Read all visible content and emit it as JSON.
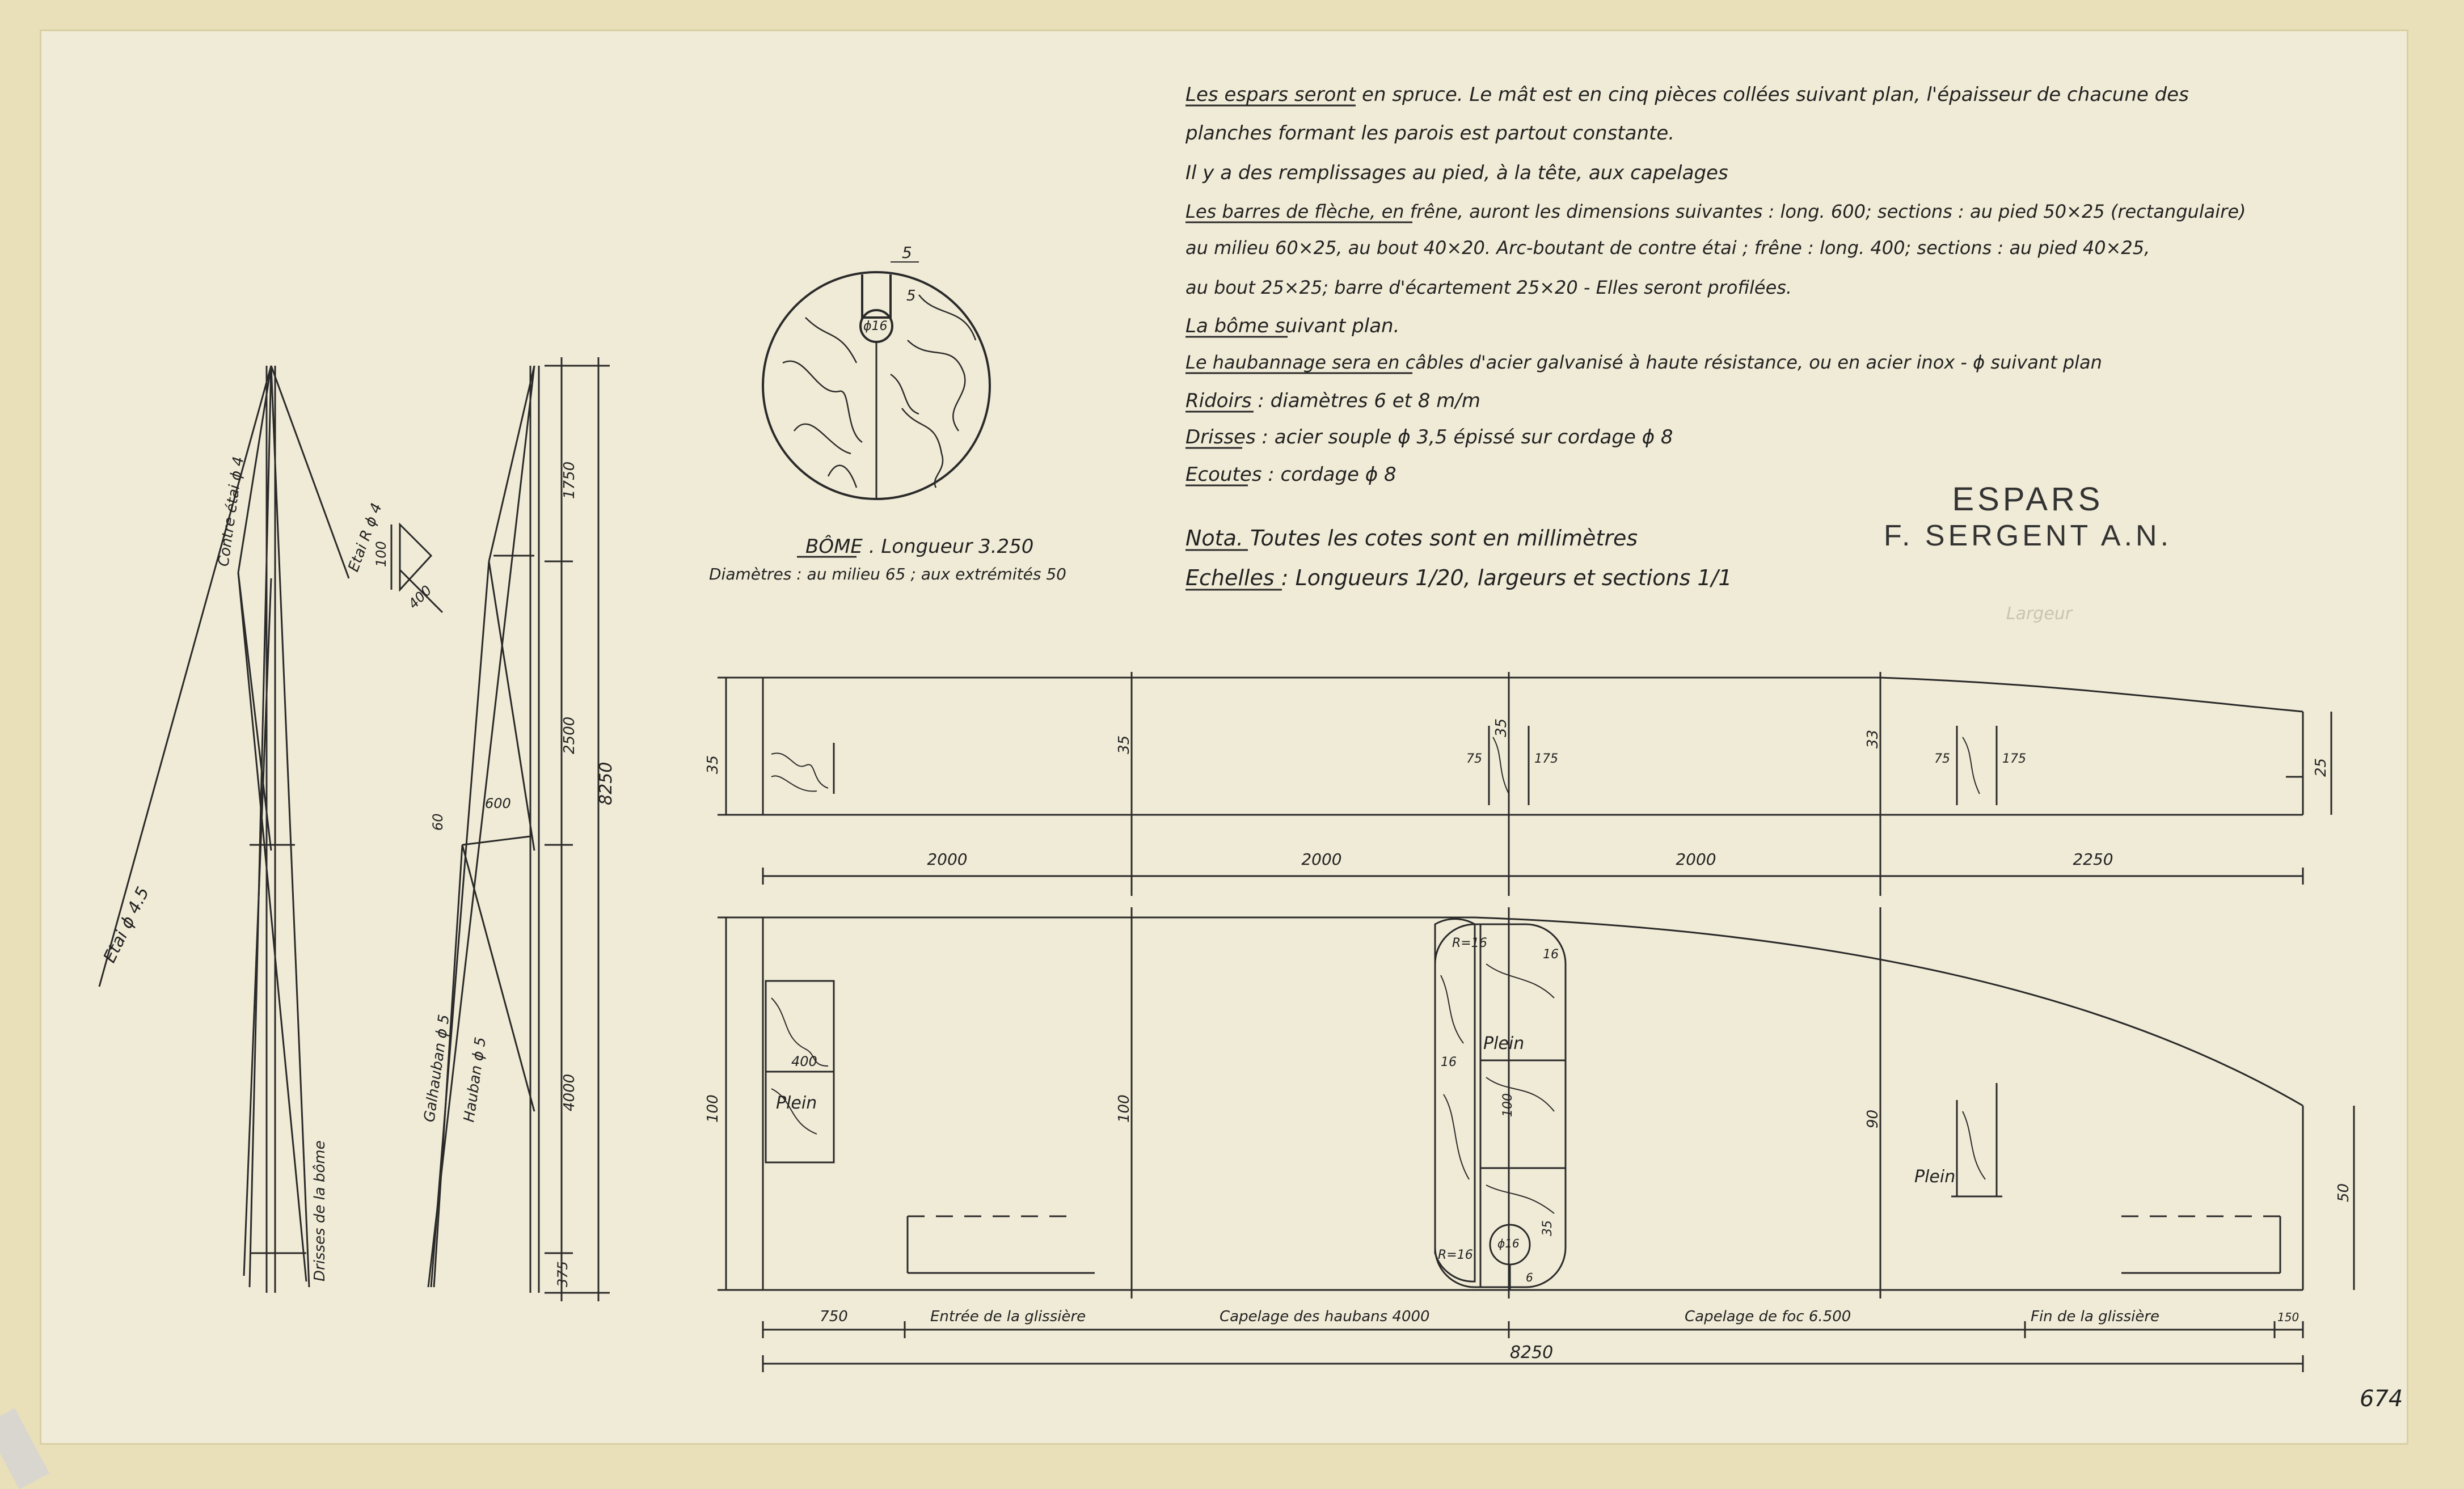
{
  "notes": {
    "line1": "Les espars seront en spruce. Le mât est en cinq pièces collées suivant plan, l'épaisseur de chacune des",
    "line2": "planches formant les parois est partout constante.",
    "line3": "Il y a des remplissages au pied, à la tête, aux capelages",
    "line4": "Les barres de flèche, en frêne, auront les dimensions suivantes : long. 600; sections : au pied 50×25 (rectangulaire)",
    "line5": "au milieu 60×25, au bout 40×20. Arc-boutant de contre étai ; frêne : long. 400; sections : au pied 40×25,",
    "line6": "au bout 25×25; barre d'écartement 25×20 - Elles seront profilées.",
    "line7": "La bôme suivant plan.",
    "line8": "Le haubannage sera en câbles d'acier galvanisé à haute résistance, ou en acier inox - ϕ suivant plan",
    "line9": "Ridoirs : diamètres 6 et 8 m/m",
    "line10": "Drisses : acier souple ϕ 3,5 épissé sur cordage ϕ 8",
    "line11": "Ecoutes : cordage ϕ 8",
    "nota": "Nota. Toutes les cotes sont en millimètres",
    "echelles": "Echelles : Longueurs 1/20, largeurs et sections 1/1"
  },
  "title": {
    "main": "ESPARS",
    "author": "F. SERGENT A.N.",
    "faint": "Largeur"
  },
  "boom": {
    "caption": "BÔME . Longueur 3.250",
    "diameters": "Diamètres : au milieu 65 ; aux extrémités 50",
    "hole": "ϕ16",
    "dim_top": "5",
    "dim_side": "5"
  },
  "rig": {
    "etai": "Etai ϕ 4.5",
    "contre_etai": "Contre étai ϕ 4",
    "etai_r": "Etai R ϕ 4",
    "drisses": "Drisses de la bôme",
    "galhauban": "Galhauban ϕ 5",
    "hauban": "Hauban ϕ 5",
    "d100": "100",
    "d400": "400",
    "d60": "60",
    "d600": "600",
    "d1750": "1750",
    "d2500": "2500",
    "d8250": "8250",
    "d4000": "4000",
    "d375": "375"
  },
  "mast_top": {
    "d35a": "35",
    "d35b": "35",
    "d35c": "35",
    "d33": "33",
    "d25": "25",
    "d75a": "75",
    "d175a": "175",
    "d75b": "75",
    "d175b": "175",
    "seg1": "2000",
    "seg2": "2000",
    "seg3": "2000",
    "seg4": "2250"
  },
  "mast_side": {
    "d100a": "100",
    "d100b": "100",
    "d90": "90",
    "d50": "50",
    "d400": "400",
    "plein1": "Plein",
    "plein2": "Plein",
    "plein3": "Plein",
    "r16a": "R=16",
    "r16b": "R=16",
    "d16a": "16",
    "d16b": "16",
    "d100c": "100",
    "hole": "ϕ16",
    "d35": "35",
    "d6": "6",
    "d750": "750",
    "entree": "Entrée de la glissière",
    "capelage_haubans": "Capelage des haubans 4000",
    "capelage_foc": "Capelage de foc 6.500",
    "fin": "Fin de la glissière",
    "d150": "150",
    "total": "8250"
  },
  "sheet_number": "674"
}
